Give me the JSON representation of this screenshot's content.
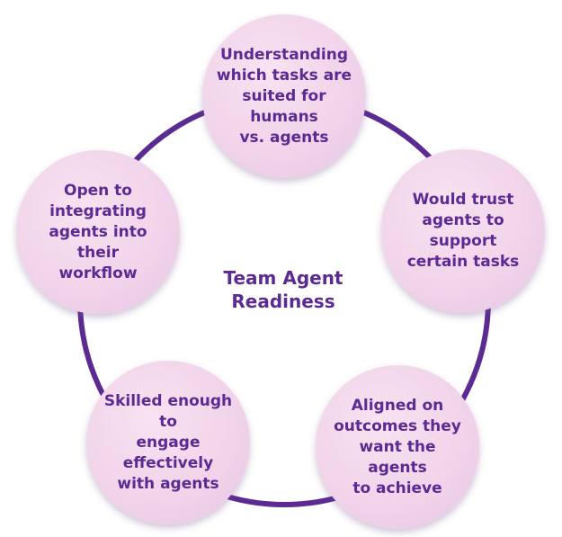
{
  "center": {
    "title_line1": "Team Agent",
    "title_line2": "Readiness"
  },
  "nodes": [
    {
      "lines": [
        "Understanding",
        "which tasks are",
        "suited for humans",
        "vs. agents"
      ]
    },
    {
      "lines": [
        "Would trust",
        "agents to support",
        "certain tasks"
      ]
    },
    {
      "lines": [
        "Aligned on",
        "outcomes they",
        "want the agents",
        "to achieve"
      ]
    },
    {
      "lines": [
        "Skilled enough to",
        "engage effectively",
        "with agents"
      ]
    },
    {
      "lines": [
        "Open to",
        "integrating",
        "agents into their",
        "workflow"
      ]
    }
  ],
  "colors": {
    "ring": "#5b2a93",
    "text": "#5b2a93",
    "node_fill": "#f1d4ea"
  }
}
